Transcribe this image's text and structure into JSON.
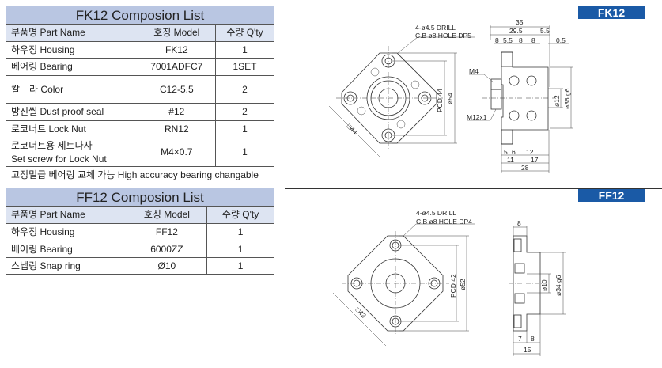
{
  "fk12_table": {
    "title": "FK12 Composion List",
    "headers": [
      "부품명 Part Name",
      "호칭 Model",
      "수량 Q'ty"
    ],
    "rows": [
      [
        "하우징 Housing",
        "FK12",
        "1"
      ],
      [
        "베어링 Bearing",
        "7001ADFC7",
        "1SET"
      ],
      [
        "칼　라 Color",
        "C12-5.5",
        "2"
      ],
      [
        "방진씰 Dust proof seal",
        "#12",
        "2"
      ],
      [
        "로코너트 Lock Nut",
        "RN12",
        "1"
      ],
      [
        "로코너트용 세트나사",
        "M4×0.7",
        "1"
      ]
    ],
    "row6_sub": "Set screw for Lock Nut",
    "footer": "고정밀급 베어링 교체 가능 High accuracy bearing changable"
  },
  "ff12_table": {
    "title": "FF12 Composion List",
    "headers": [
      "부품명 Part Name",
      "호칭 Model",
      "수량 Q'ty"
    ],
    "rows": [
      [
        "하우징 Housing",
        "FF12",
        "1"
      ],
      [
        "베어링 Bearing",
        "6000ZZ",
        "1"
      ],
      [
        "스냅링 Snap ring",
        "Ø10",
        "1"
      ]
    ]
  },
  "fk12_drawing": {
    "badge": "FK12",
    "drill": "4-ø4.5 DRILL",
    "hole": "C.B ø8 HOLE DP5",
    "square": "□44",
    "pcd": "PCD 44",
    "dia_outer": "ø54",
    "dims": {
      "d35": "35",
      "d29_5": "29.5",
      "d5_5a": "5.5",
      "d8a": "8",
      "d5_5b": "5.5",
      "d8b": "8",
      "d8c": "8",
      "d0_5": "0.5",
      "m4": "M4",
      "m12": "M12x1",
      "d12": "ø12",
      "d36": "ø36 g6",
      "d5": "5",
      "d6": "6",
      "d12b": "12",
      "d11": "11",
      "d17": "17",
      "d28": "28"
    }
  },
  "ff12_drawing": {
    "badge": "FF12",
    "drill": "4-ø4.5 DRILL",
    "hole": "C.B ø8 HOLE DP4",
    "square": "□42",
    "pcd": "PCD 42",
    "dia_outer": "ø52",
    "dims": {
      "d8": "8",
      "d10": "ø10",
      "d34": "ø34 g6",
      "d7": "7",
      "d8b": "8",
      "d15": "15"
    }
  },
  "colors": {
    "badge": "#1a5aa6",
    "title_bg": "#b9c6e2",
    "header_bg": "#dde4f2"
  }
}
